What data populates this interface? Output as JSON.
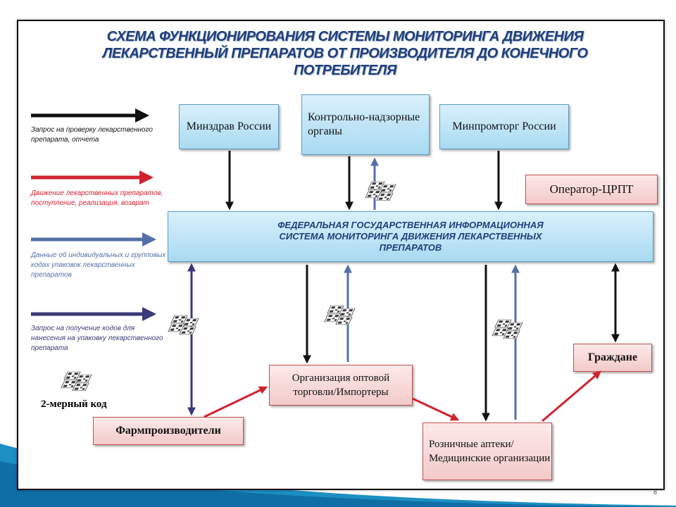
{
  "title_lines": [
    "СХЕМА ФУНКЦИОНИРОВАНИЯ СИСТЕМЫ МОНИТОРИНГА ДВИЖЕНИЯ",
    "ЛЕКАРСТВЕННЫЙ ПРЕПАРАТОВ ОТ ПРОИЗВОДИТЕЛЯ ДО КОНЕЧНОГО",
    "ПОТРЕБИТЕЛЯ"
  ],
  "nodes": {
    "minzdrav": "Минздрав России",
    "control": "Контрольно-надзорные органы",
    "minprom": "Минпромторг России",
    "operator": "Оператор-ЦРПТ",
    "fgis": "ФЕДЕРАЛЬНАЯ ГОСУДАРСТВЕННАЯ ИНФОРМАЦИОННАЯ СИСТЕМА МОНИТОРИНГА ДВИЖЕНИЯ ЛЕКАРСТВЕННЫХ ПРЕПАРАТОВ",
    "wholesale": "Организация оптовой торговли/Импортеры",
    "citizens": "Граждане",
    "manufacturers": "Фармпроизводители",
    "retail": "Розничные аптеки/ Медицинские организации"
  },
  "legend": [
    {
      "text": "Запрос на проверку лекарственного препарата, отчета",
      "color": "#111111"
    },
    {
      "text": "Движение лекарственных препаратов, поступление, реализация, возврат",
      "color": "#d0222e"
    },
    {
      "text": "Данные об индивидуальных и групповых кодах упаковок лекарственных препаратов",
      "color": "#5570a8"
    },
    {
      "text": "Запрос на получение кодов для нанесения на упаковку лекарственного препарата",
      "color": "#3a3a78"
    }
  ],
  "code_label": "2-мерный код",
  "page_number": "8",
  "colors": {
    "black_arrow": "#111111",
    "red_arrow": "#d0222e",
    "blue_arrow": "#5570a8",
    "navy_arrow": "#3a3a78",
    "title": "#1f3f7a"
  },
  "icons": [
    "qr-code-icon"
  ]
}
